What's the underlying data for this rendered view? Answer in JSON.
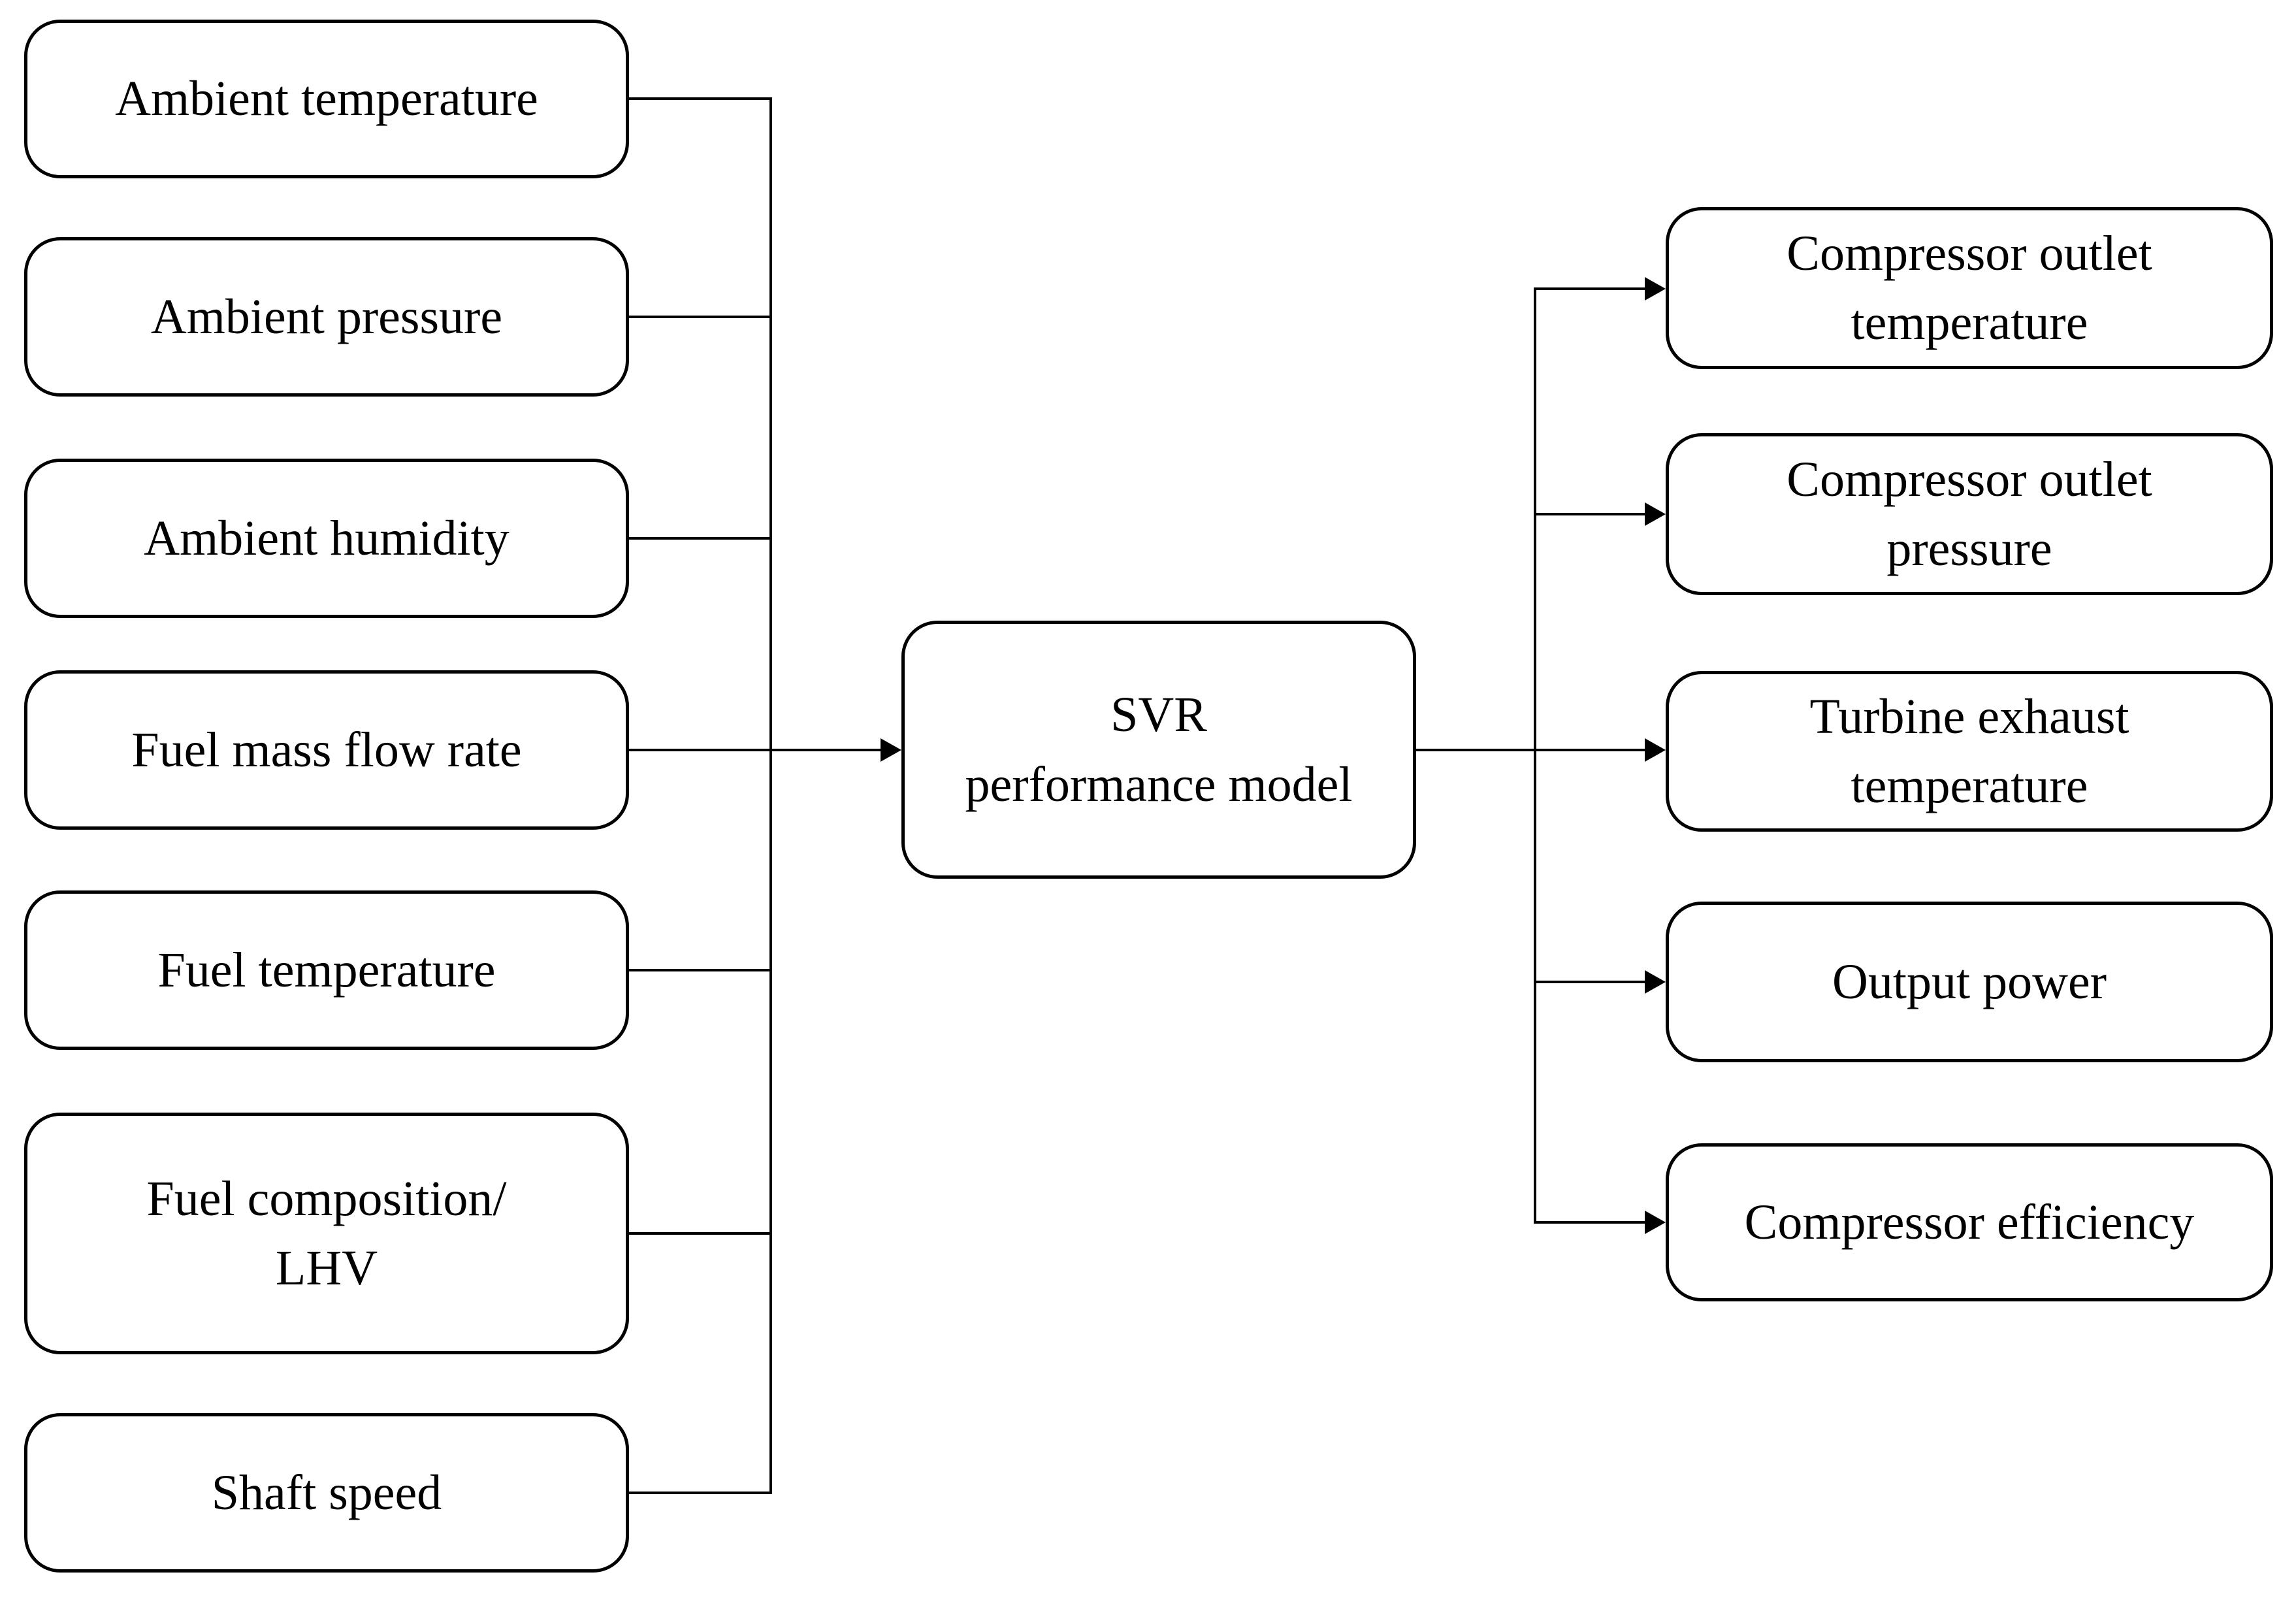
{
  "diagram": {
    "inputs": [
      {
        "label": "Ambient temperature"
      },
      {
        "label": "Ambient pressure"
      },
      {
        "label": "Ambient humidity"
      },
      {
        "label": "Fuel mass flow rate"
      },
      {
        "label": "Fuel temperature"
      },
      {
        "label": "Fuel composition/\nLHV"
      },
      {
        "label": "Shaft speed"
      }
    ],
    "model": {
      "label": "SVR\nperformance model"
    },
    "outputs": [
      {
        "label": "Compressor outlet\ntemperature"
      },
      {
        "label": "Compressor outlet\npressure"
      },
      {
        "label": "Turbine exhaust\ntemperature"
      },
      {
        "label": "Output power"
      },
      {
        "label": "Compressor efficiency"
      }
    ],
    "colors": {
      "stroke": "#000000",
      "fill": "#ffffff",
      "text": "#000000",
      "background": "#ffffff"
    }
  }
}
